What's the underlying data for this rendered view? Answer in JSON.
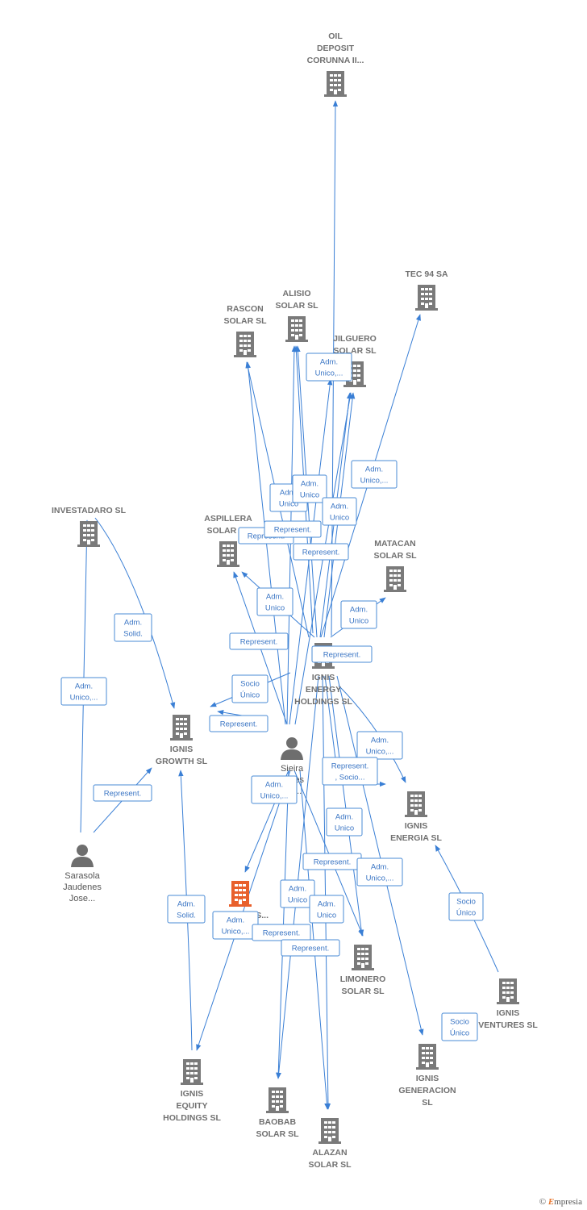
{
  "colors": {
    "company": "#7a7a7a",
    "focus": "#e8602c",
    "person": "#6e6e6e",
    "edge": "#3a7fd5",
    "label_border": "#4a8bd6"
  },
  "nodes": [
    {
      "id": "oil",
      "type": "company",
      "lines": [
        "OIL",
        "DEPOSIT",
        "CORUNNA II..."
      ]
    },
    {
      "id": "tec94",
      "type": "company",
      "lines": [
        "TEC 94 SA"
      ]
    },
    {
      "id": "alisio",
      "type": "company",
      "lines": [
        "ALISIO",
        "SOLAR SL"
      ]
    },
    {
      "id": "rascon",
      "type": "company",
      "lines": [
        "RASCON",
        "SOLAR SL"
      ]
    },
    {
      "id": "jilguero",
      "type": "company",
      "lines": [
        "JILGUERO",
        "SOLAR SL"
      ]
    },
    {
      "id": "investadaro",
      "type": "company",
      "lines": [
        "INVESTADARO SL"
      ]
    },
    {
      "id": "aspillera",
      "type": "company",
      "lines": [
        "ASPILLERA",
        "SOLAR SL"
      ]
    },
    {
      "id": "matacan",
      "type": "company",
      "lines": [
        "MATACAN",
        "SOLAR SL"
      ]
    },
    {
      "id": "ignisenergyh",
      "type": "company",
      "lines": [
        "IGNIS",
        "ENERGY",
        "HOLDINGS SL"
      ]
    },
    {
      "id": "ignisgrowth",
      "type": "company",
      "lines": [
        "IGNIS",
        "GROWTH SL"
      ]
    },
    {
      "id": "sieira",
      "type": "person",
      "lines": [
        "Sieira",
        "...ntes",
        "...o..."
      ]
    },
    {
      "id": "ignisenergia",
      "type": "company",
      "lines": [
        "IGNIS",
        "ENERGIA SL"
      ]
    },
    {
      "id": "sarasola",
      "type": "person",
      "lines": [
        "Sarasola",
        "Jaudenes",
        "Jose..."
      ]
    },
    {
      "id": "solutions",
      "type": "focus",
      "lines": [
        "SOLUTIONS..."
      ]
    },
    {
      "id": "limonero",
      "type": "company",
      "lines": [
        "LIMONERO",
        "SOLAR SL"
      ]
    },
    {
      "id": "ignisventures",
      "type": "company",
      "lines": [
        "IGNIS",
        "VENTURES SL"
      ]
    },
    {
      "id": "ignisequity",
      "type": "company",
      "lines": [
        "IGNIS",
        "EQUITY",
        "HOLDINGS SL"
      ]
    },
    {
      "id": "baobab",
      "type": "company",
      "lines": [
        "BAOBAB",
        "SOLAR SL"
      ]
    },
    {
      "id": "ignisgeneracion",
      "type": "company",
      "lines": [
        "IGNIS",
        "GENERACION",
        "SL"
      ]
    },
    {
      "id": "alazan",
      "type": "company",
      "lines": [
        "ALAZAN",
        "SOLAR SL"
      ]
    }
  ],
  "relations": [
    {
      "id": "r1",
      "lines": [
        "Adm.",
        "Unico,..."
      ]
    },
    {
      "id": "r2",
      "lines": [
        "Adm.",
        "Unico,..."
      ]
    },
    {
      "id": "r3",
      "lines": [
        "Adm.",
        "Unico"
      ]
    },
    {
      "id": "r4",
      "lines": [
        "Adm.",
        "Unico"
      ]
    },
    {
      "id": "r5",
      "lines": [
        "Adm.",
        "Unico"
      ]
    },
    {
      "id": "r6",
      "lines": [
        "Represent."
      ]
    },
    {
      "id": "r7",
      "lines": [
        "Represent."
      ]
    },
    {
      "id": "r8",
      "lines": [
        "Represent."
      ]
    },
    {
      "id": "r9",
      "lines": [
        "Adm.",
        "Unico"
      ]
    },
    {
      "id": "r10",
      "lines": [
        "Adm.",
        "Unico"
      ]
    },
    {
      "id": "r11",
      "lines": [
        "Adm.",
        "Solid."
      ]
    },
    {
      "id": "r12",
      "lines": [
        "Represent."
      ]
    },
    {
      "id": "r13",
      "lines": [
        "Represent."
      ]
    },
    {
      "id": "r14",
      "lines": [
        "Adm.",
        "Unico,..."
      ]
    },
    {
      "id": "r15",
      "lines": [
        "Socio",
        "Único"
      ]
    },
    {
      "id": "r16",
      "lines": [
        "Represent."
      ]
    },
    {
      "id": "r17",
      "lines": [
        "Adm.",
        "Unico,..."
      ]
    },
    {
      "id": "r18",
      "lines": [
        "Represent.",
        ", Socio..."
      ]
    },
    {
      "id": "r19",
      "lines": [
        "Adm.",
        "Unico,..."
      ]
    },
    {
      "id": "r20",
      "lines": [
        "Represent."
      ]
    },
    {
      "id": "r21",
      "lines": [
        "Adm.",
        "Unico"
      ]
    },
    {
      "id": "r22",
      "lines": [
        "Represent."
      ]
    },
    {
      "id": "r23",
      "lines": [
        "Adm.",
        "Unico,..."
      ]
    },
    {
      "id": "r24",
      "lines": [
        "Adm.",
        "Solid."
      ]
    },
    {
      "id": "r25",
      "lines": [
        "Adm.",
        "Unico"
      ]
    },
    {
      "id": "r26",
      "lines": [
        "Adm.",
        "Unico"
      ]
    },
    {
      "id": "r27",
      "lines": [
        "Adm.",
        "Unico,..."
      ]
    },
    {
      "id": "r28",
      "lines": [
        "Represent."
      ]
    },
    {
      "id": "r29",
      "lines": [
        "Represent."
      ]
    },
    {
      "id": "r30",
      "lines": [
        "Socio",
        "Único"
      ]
    },
    {
      "id": "r31",
      "lines": [
        "Socio",
        "Único"
      ]
    }
  ],
  "brand": {
    "copyright": "©",
    "name": "mpresia",
    "initial": "E"
  }
}
